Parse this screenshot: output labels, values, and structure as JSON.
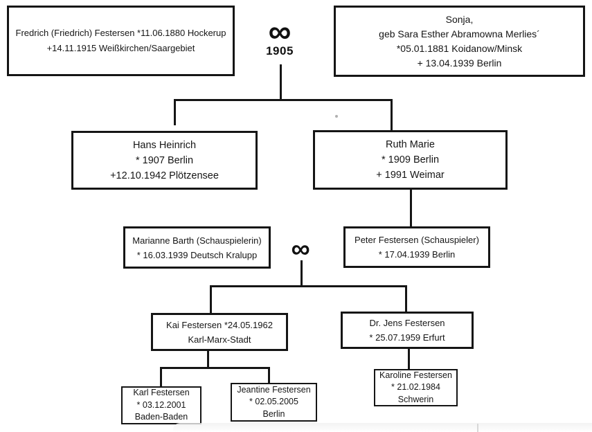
{
  "family_tree": {
    "marriages": {
      "first": {
        "symbol": "∞",
        "year": "1905"
      },
      "second": {
        "symbol": "∞"
      }
    },
    "persons": {
      "fredrich": {
        "lines": [
          "Fredrich (Friedrich) Festersen *11.06.1880 Hockerup",
          "+14.11.1915 Weißkirchen/Saargebiet"
        ]
      },
      "sonja": {
        "lines": [
          "Sonja,",
          "geb Sara Esther Abramowna Merlies´",
          "*05.01.1881 Koidanow/Minsk",
          "+ 13.04.1939 Berlin"
        ]
      },
      "hans": {
        "lines": [
          "Hans Heinrich",
          "* 1907 Berlin",
          "+12.10.1942 Plötzensee"
        ]
      },
      "ruth": {
        "lines": [
          "Ruth Marie",
          "* 1909 Berlin",
          "+ 1991 Weimar"
        ]
      },
      "marianne": {
        "lines": [
          "Marianne Barth (Schauspielerin)",
          "* 16.03.1939 Deutsch Kralupp"
        ]
      },
      "peter": {
        "lines": [
          "Peter Festersen (Schauspieler)",
          "* 17.04.1939 Berlin"
        ]
      },
      "kai": {
        "lines": [
          "Kai Festersen *24.05.1962",
          "Karl-Marx-Stadt"
        ]
      },
      "jens": {
        "lines": [
          "Dr. Jens Festersen",
          "* 25.07.1959 Erfurt"
        ]
      },
      "karl": {
        "lines": [
          "Karl Festersen",
          "* 03.12.2001",
          "Baden-Baden"
        ]
      },
      "jeantine": {
        "lines": [
          "Jeantine Festersen",
          "* 02.05.2005",
          "Berlin"
        ]
      },
      "karoline": {
        "lines": [
          "Karoline Festersen",
          "* 21.02.1984",
          "Schwerin"
        ]
      }
    }
  },
  "colors": {
    "ink": "#151515",
    "background": "#ffffff"
  }
}
